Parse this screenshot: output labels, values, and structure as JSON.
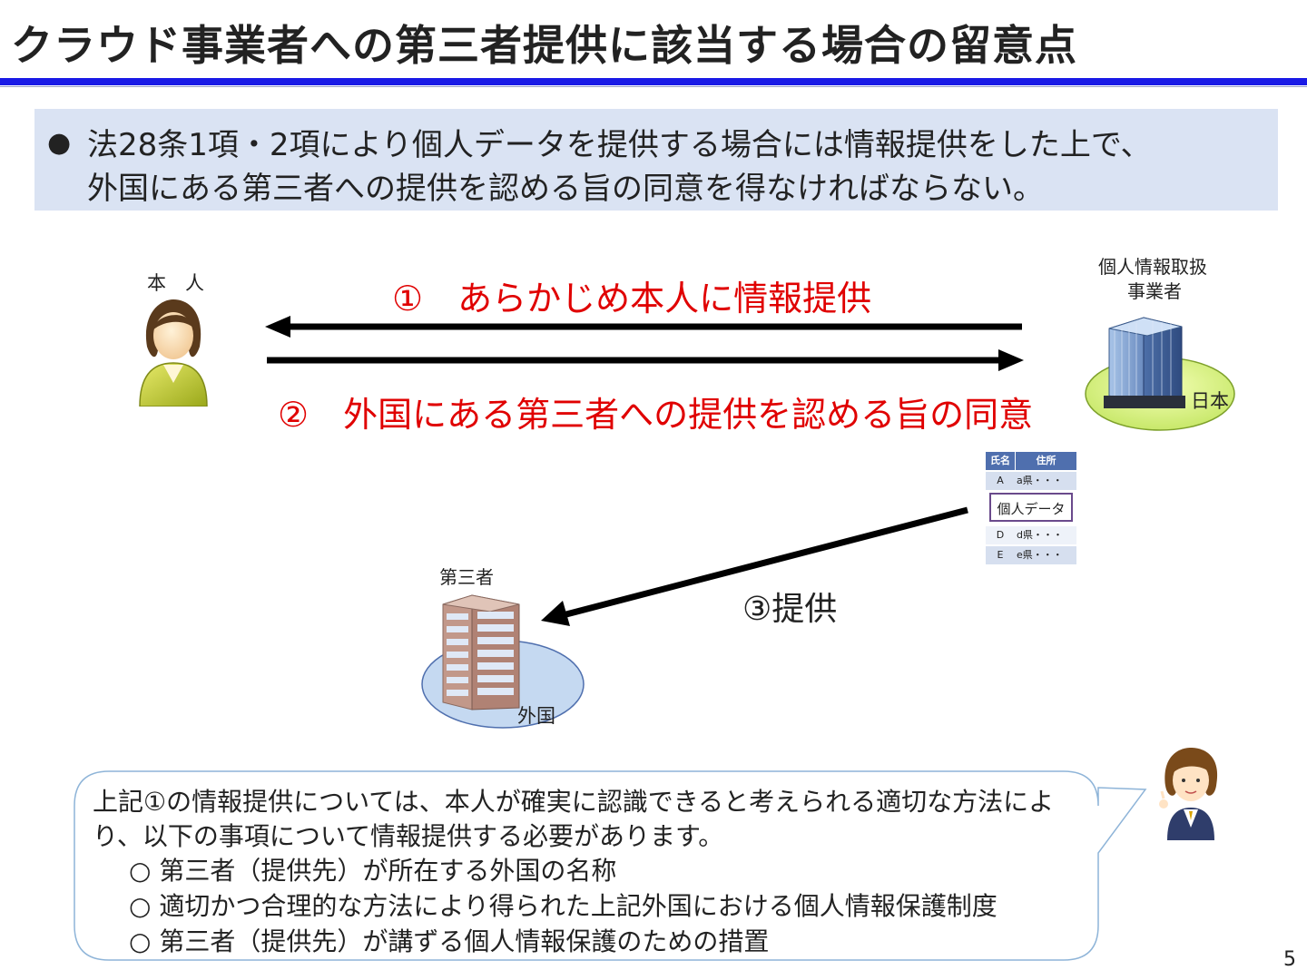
{
  "title": "クラウド事業者への第三者提供に該当する場合の留意点",
  "summary": {
    "line1": "法28条1項・2項により個人データを提供する場合には情報提供をした上で、",
    "line2": "外国にある第三者への提供を認める旨の同意を得なければならない。"
  },
  "diagram": {
    "person_label": "本　人",
    "business_label_line1": "個人情報取扱",
    "business_label_line2": "事業者",
    "japan_label": "日本",
    "step1": "①　あらかじめ本人に情報提供",
    "step2": "②　外国にある第三者への提供を認める旨の同意",
    "step3": "③提供",
    "third_party_label": "第三者",
    "foreign_label": "外国",
    "table": {
      "headers": [
        "氏名",
        "住所"
      ],
      "rows": [
        [
          "A",
          "a県・・・"
        ],
        [
          "D",
          "d県・・・"
        ],
        [
          "E",
          "e県・・・"
        ]
      ],
      "overlay_label": "個人データ"
    }
  },
  "note": {
    "line1": "上記①の情報提供については、本人が確実に認識できると考えられる適切な方法によ",
    "line2": "り、以下の事項について情報提供する必要があります。",
    "items": [
      "○ 第三者（提供先）が所在する外国の名称",
      "○ 適切かつ合理的な方法により得られた上記外国における個人情報保護制度",
      "○ 第三者（提供先）が講ずる個人情報保護のための措置"
    ]
  },
  "page_number": "5",
  "colors": {
    "title_rule": "#1a1ae6",
    "summary_bg": "#dae3f3",
    "step_text": "#e00000"
  }
}
